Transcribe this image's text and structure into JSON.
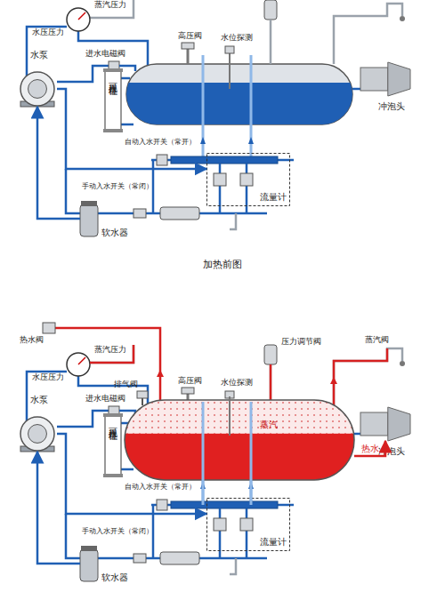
{
  "diagram": {
    "caption": "加热前图",
    "nodes": [
      {
        "text": [
          "水泵"
        ]
      },
      {
        "text": [
          "可视水位柱"
        ]
      },
      {
        "text": [
          "冲泡头"
        ]
      },
      {
        "text": [
          "流量计"
        ]
      },
      {
        "text": [
          "软水器"
        ]
      },
      {
        "text": [
          "水泵"
        ]
      },
      {
        "text": [
          "可视水位柱"
        ]
      },
      {
        "text": [
          "蒸汽"
        ]
      },
      {
        "text": [
          "冲泡头"
        ]
      },
      {
        "text": [
          "流量计"
        ]
      },
      {
        "text": [
          "软水器"
        ]
      }
    ],
    "edges": [
      {
        "from": 4,
        "to": 0,
        "arrow": "to"
      },
      {
        "from": 0,
        "to": 3,
        "arrow": "to"
      },
      {
        "from": 10,
        "to": 5,
        "arrow": "to"
      },
      {
        "from": 5,
        "to": 9,
        "arrow": "to"
      },
      {
        "from": 7,
        "to": 8,
        "label": "热水",
        "arrow": "to"
      }
    ],
    "labels": [
      "蒸汽压力",
      "水压压力",
      "高压阀",
      "水位探测",
      "进水电磁阀",
      "自动入水开关（常开）",
      "手动入水开关（常闭）",
      "热水阀",
      "蒸汽压力",
      "水压压力",
      "排气阀",
      "压力调节阀",
      "蒸汽阀",
      "进水电磁阀",
      "高压阀",
      "水位探测",
      "自动入水开关（常开）",
      "手动入水开关（常闭）"
    ]
  }
}
